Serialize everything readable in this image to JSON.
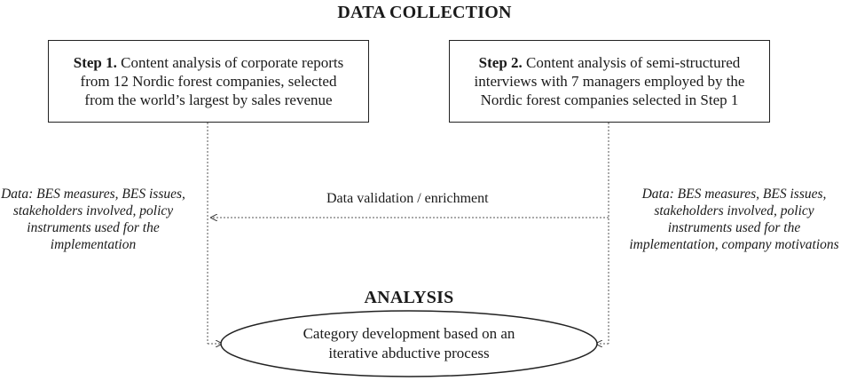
{
  "title": "DATA COLLECTION",
  "step1": {
    "label": "Step 1.",
    "lines": [
      " Content analysis of corporate reports",
      "from 12 Nordic forest companies, selected",
      "from the world’s largest by sales revenue"
    ]
  },
  "step2": {
    "label": "Step 2.",
    "lines": [
      " Content analysis of semi-structured",
      "interviews with 7 managers employed by the",
      "Nordic forest companies selected in Step 1"
    ]
  },
  "left_note": {
    "lines": [
      "Data: BES measures, BES issues,",
      "stakeholders involved, policy",
      "instruments used for the",
      "implementation"
    ]
  },
  "right_note": {
    "lines": [
      "Data: BES measures, BES issues,",
      "stakeholders involved, policy",
      "instruments used for the",
      "implementation, company motivations"
    ]
  },
  "validation_label": "Data validation / enrichment",
  "analysis_title": "ANALYSIS",
  "analysis_box": {
    "lines": [
      "Category development based on an",
      "iterative abductive process"
    ]
  }
}
